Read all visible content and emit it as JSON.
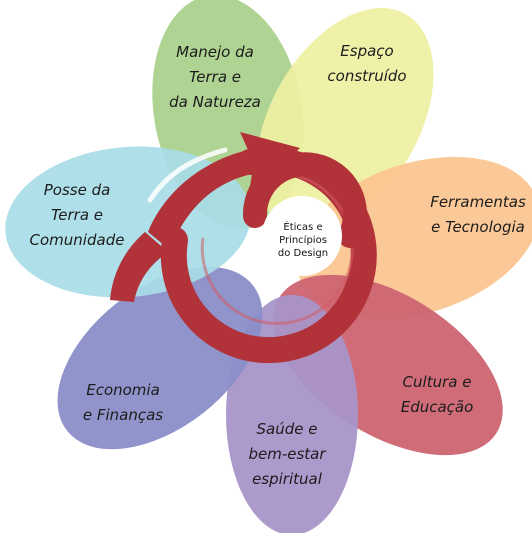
{
  "center": {
    "lines": [
      "Éticas e",
      "Princípios",
      "do Design"
    ]
  },
  "petals": [
    {
      "id": "manejo",
      "color": "#a8cf8a",
      "lines": [
        "Manejo da",
        "Terra e",
        "da Natureza"
      ]
    },
    {
      "id": "espaco",
      "color": "#eef0a2",
      "lines": [
        "Espaço",
        "construído"
      ]
    },
    {
      "id": "ferramentas",
      "color": "#fbc48e",
      "lines": [
        "Ferramentas",
        "e Tecnologia"
      ]
    },
    {
      "id": "cultura",
      "color": "#cc6471",
      "lines": [
        "Cultura e",
        "Educação"
      ]
    },
    {
      "id": "saude",
      "color": "#a895c9",
      "lines": [
        "Saúde e",
        "bem-estar",
        "espiritual"
      ]
    },
    {
      "id": "economia",
      "color": "#8a8ec8",
      "lines": [
        "Economia",
        "e Finanças"
      ]
    },
    {
      "id": "posse",
      "color": "#a8dce6",
      "lines": [
        "Posse da",
        "Terra e",
        "Comunidade"
      ]
    }
  ],
  "spiral": {
    "color": "#b2323a"
  }
}
